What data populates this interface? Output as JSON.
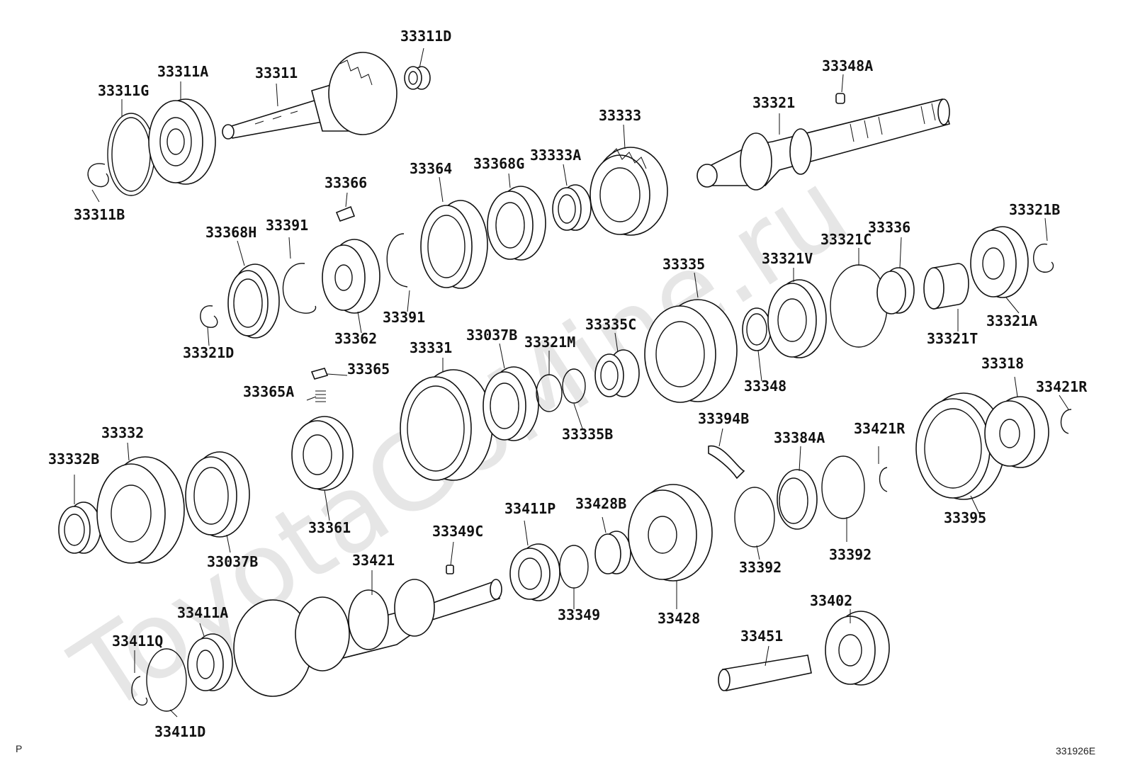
{
  "diagram": {
    "labels": [
      "33311D",
      "33311A",
      "33311",
      "33311G",
      "33311B",
      "33348A",
      "33321",
      "33333",
      "33368G",
      "33333A",
      "33364",
      "33366",
      "33368H",
      "33391",
      "33362",
      "33391",
      "33321D",
      "33335",
      "33321V",
      "33321C",
      "33336",
      "33321B",
      "33321A",
      "33321T",
      "33348",
      "33335C",
      "33321M",
      "33037B",
      "33331",
      "33365",
      "33365A",
      "33335B",
      "33394B",
      "33384A",
      "33421R",
      "33318",
      "33421R",
      "33392",
      "33392",
      "33395",
      "33332",
      "33332B",
      "33037B",
      "33361",
      "33411P",
      "33428B",
      "33349C",
      "33421",
      "33349",
      "33428",
      "33402",
      "33451",
      "33411A",
      "33411Q",
      "33411D"
    ],
    "watermark": "ToyotaGoMine.ru",
    "corner_left": "P",
    "corner_right": "331926E"
  }
}
